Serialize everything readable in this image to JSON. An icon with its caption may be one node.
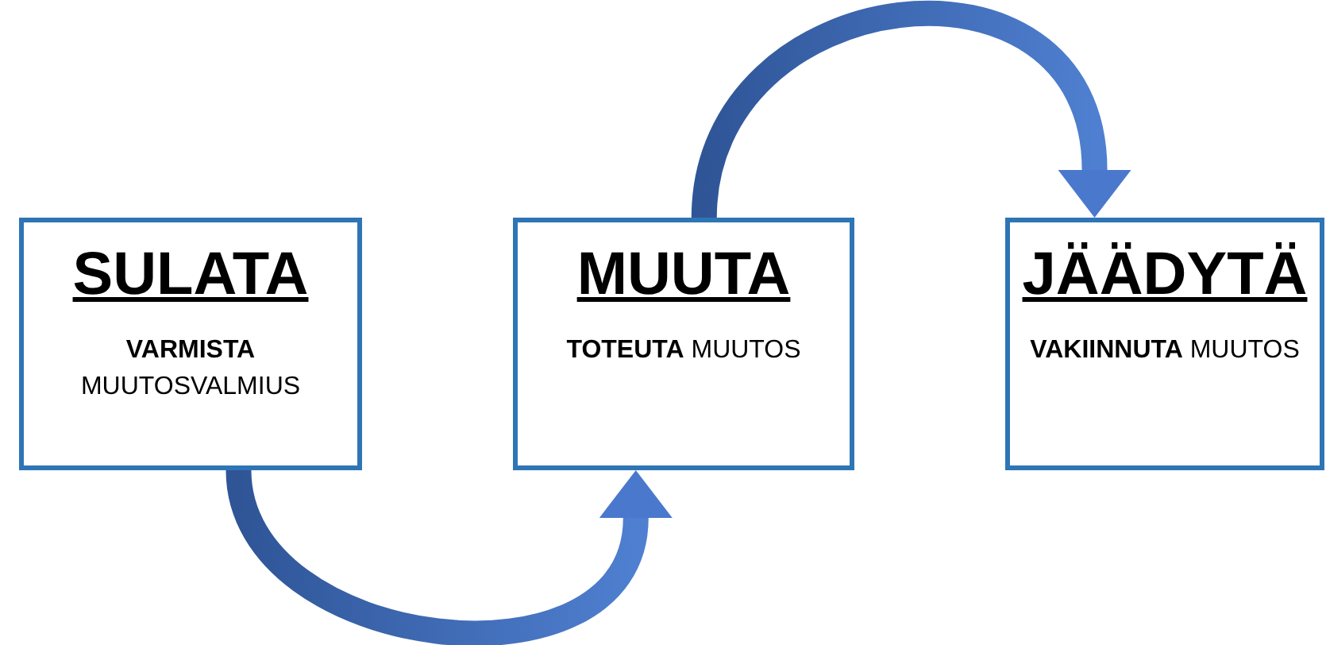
{
  "diagram": {
    "nodes": [
      {
        "text": [
          "SULATA",
          "**VARMISTA** MUUTOSVALMIUS"
        ]
      },
      {
        "text": [
          "MUUTA",
          "**TOTEUTA** MUUTOS"
        ]
      },
      {
        "text": [
          "JÄÄDYTÄ",
          "**VAKIINNUTA** MUUTOS"
        ]
      }
    ],
    "edges": [
      {
        "from": 0,
        "to": 1,
        "arrow": "to"
      },
      {
        "from": 1,
        "to": 2,
        "arrow": "to"
      }
    ]
  }
}
